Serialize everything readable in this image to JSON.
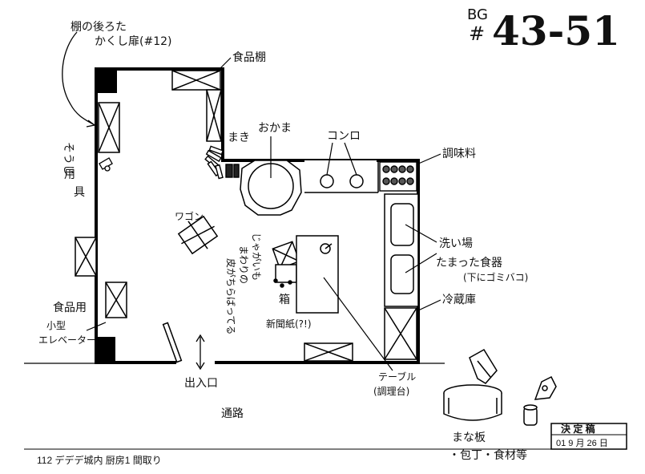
{
  "header": {
    "bg_prefix": "BG",
    "hash": "#",
    "number": "43-51"
  },
  "labels": {
    "hidden_door": [
      "棚の後ろた",
      "かくし扉(#12)"
    ],
    "food_shelf": "食品棚",
    "firewood": "まき",
    "pot": "おかま",
    "stove": "コンロ",
    "seasoning": "調味料",
    "cleaning_tools": [
      "そうじ",
      "用",
      "具"
    ],
    "wagon": "ワゴン",
    "potato_box": [
      "じゃがいも",
      "まわりの",
      "皮がちらばってる"
    ],
    "box_char": "箱",
    "newspaper": "新聞紙(?!)",
    "sink": [
      "洗い場",
      "たまった食器",
      "(下にゴミバコ)"
    ],
    "fridge": "冷蔵庫",
    "elevator": [
      "食品用",
      "小型",
      "エレベーター"
    ],
    "exit": "出入口",
    "corridor": "通路",
    "table": [
      "テーブル",
      "(調理台)"
    ],
    "props": [
      "まな板",
      "・包丁・食材等"
    ]
  },
  "stamp": {
    "title": "決 定 稿",
    "date": "01 9 月 26 日"
  },
  "caption": "112  デデデ城内  厨房1  間取り"
}
